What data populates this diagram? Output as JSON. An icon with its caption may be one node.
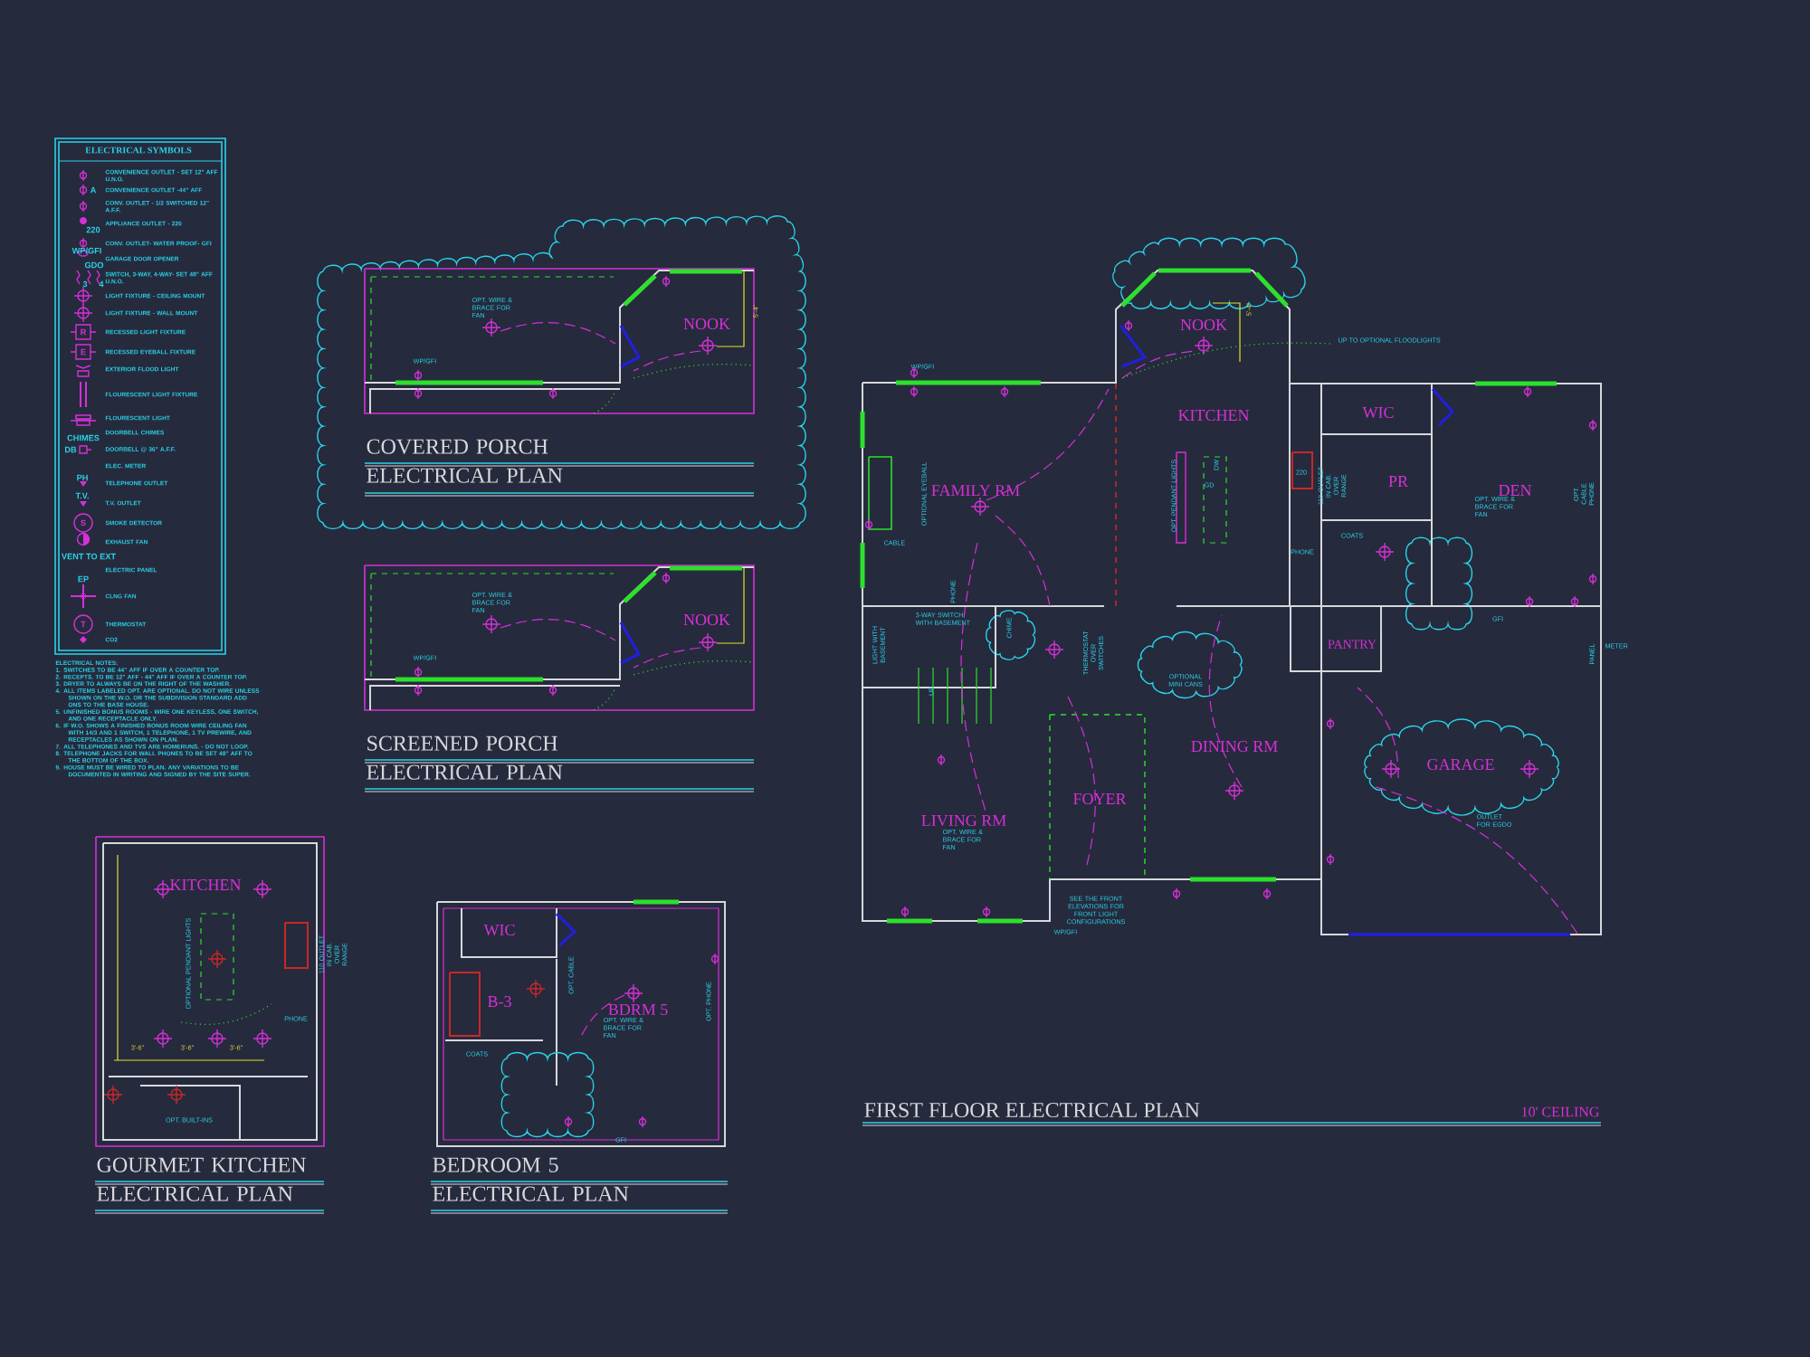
{
  "diagram": {
    "labels": [
      "ELECTRICAL SYMBOLS",
      "A",
      "220",
      "WP/GFI",
      "GDO",
      "3",
      "4",
      "R",
      "E",
      "CHIMES",
      "DB",
      "PH",
      "T.V.",
      "S",
      "VENT TO EXT",
      "EP",
      "T",
      "ELECTRICAL NOTES:",
      "1. SWITCHES TO BE 44\" AFF IF OVER A COUNTER TOP.",
      "2. RECEPTS. TO BE 12\" AFF - 44\" AFF IF OVER A COUNTER TOP.",
      "3. DRYER TO ALWAYS BE ON THE RIGHT OF THE WASHER.",
      "4. ALL ITEMS LABELED OPT. ARE OPTIONAL. DO NOT WIRE UNLESS SHOWN ON THE W.O. OR THE SUBDIVISION STANDARD ADD ONS TO THE BASE HOUSE.",
      "5. UNFINISHED BONUS ROOMS - WIRE ONE KEYLESS, ONE SWITCH, AND ONE RECEPTACLE ONLY.",
      "6. IF W.O. SHOWS A FINISHED BONUS ROOM WIRE CEILING FAN WITH 14/3 AND 1 SWITCH, 1 TELEPHONE, 1 TV PREWIRE, AND RECEPTACLES AS SHOWN ON PLAN.",
      "7. ALL TELEPHONES AND TVS ARE HOMERUNS. - DO NOT LOOP.",
      "8. TELEPHONE JACKS FOR WALL PHONES TO BE SET 48\" AFF TO THE BOTTOM OF THE BOX.",
      "9. HOUSE MUST BE WIRED TO PLAN. ANY VARIATIONS TO BE DOCUMENTED IN WRITING AND SIGNED BY THE SITE SUPER.",
      "OPT. WIRE & BRACE FOR FAN",
      "WP/GFI",
      "NOOK",
      "5'-4\"",
      "COVERED PORCH ELECTRICAL PLAN",
      "OPT. WIRE & BRACE FOR FAN",
      "WP/GFI",
      "NOOK",
      "SCREENED PORCH ELECTRICAL PLAN",
      "NOOK",
      "5'-4\"",
      "UP TO OPTIONAL FLOODLIGHTS",
      "WP/GFI",
      "KITCHEN",
      "WIC",
      "FAMILY RM",
      "OPTIONAL EYEBALL",
      "OPT. PENDANT LIGHTS",
      "DW",
      "GD",
      "220",
      "110 OUTLET IN CAB. OVER RANGE",
      "PR",
      "DEN",
      "OPT. WIRE & BRACE FOR FAN",
      "OPT. CABLE PHONE",
      "CABLE",
      "COATS",
      "PHONE",
      "PHONE",
      "3-WAY SWITCH WITH BASEMENT",
      "CHIME",
      "LIGHT WITH BASEMENT",
      "THERMOSTAT OVER SWITCHES",
      "OPTIONAL MINI CANS",
      "PANTRY",
      "GFI",
      "PANEL",
      "METER",
      "UP",
      "DINING RM",
      "GARAGE",
      "OUTLET FOR EGDO",
      "FOYER",
      "LIVING RM",
      "OPT. WIRE & BRACE FOR FAN",
      "SEE THE FRONT ELEVATIONS FOR FRONT LIGHT CONFIGURATIONS",
      "WP/GFI",
      "FIRST FLOOR ELECTRICAL PLAN",
      "10' CEILING",
      "KITCHEN",
      "OPTIONAL PENDANT LIGHTS",
      "110 OUTLET IN CAB. OVER RANGE",
      "PHONE",
      "3'-6\"",
      "3'-6\"",
      "3'-6\"",
      "OPT. BUILT-INS",
      "GOURMET KITCHEN ELECTRICAL PLAN",
      "WIC",
      "B-3",
      "BDRM 5",
      "OPT. WIRE & BRACE FOR FAN",
      "OPT. CABLE",
      "OPT. PHONE",
      "COATS",
      "GFI",
      "BEDROOM 5 ELECTRICAL PLAN"
    ],
    "legend": [
      {
        "text": "CONVENIENCE OUTLET - SET 12\" AFF U.N.O."
      },
      {
        "text": "CONVENIENCE OUTLET -44\" AFF"
      },
      {
        "text": "CONV. OUTLET - 1/2 SWITCHED 12\" A.F.F."
      },
      {
        "text": "APPLIANCE OUTLET - 220"
      },
      {
        "text": "CONV. OUTLET- WATER PROOF- GFI"
      },
      {
        "text": "GARAGE DOOR OPENER"
      },
      {
        "text": "SWITCH, 3-WAY, 4-WAY- SET 48\" AFF U.N.O."
      },
      {
        "text": "LIGHT FIXTURE - CEILING MOUNT"
      },
      {
        "text": "LIGHT FIXTURE - WALL MOUNT"
      },
      {
        "text": "RECESSED LIGHT FIXTURE"
      },
      {
        "text": "RECESSED EYEBALL FIXTURE"
      },
      {
        "text": "EXTERIOR FLOOD LIGHT"
      },
      {
        "text": "FLOURESCENT LIGHT FIXTURE"
      },
      {
        "text": "FLOURESCENT LIGHT"
      },
      {
        "text": "DOORBELL CHIMES"
      },
      {
        "text": "DOORBELL @ 36\" A.F.F."
      },
      {
        "text": "ELEC. METER"
      },
      {
        "text": "TELEPHONE OUTLET"
      },
      {
        "text": "T.V. OUTLET"
      },
      {
        "text": "SMOKE DETECTOR"
      },
      {
        "text": "EXHAUST FAN"
      },
      {
        "text": "ELECTRIC PANEL"
      },
      {
        "text": "CLNG FAN"
      },
      {
        "text": "THERMOSTAT"
      },
      {
        "text": "CO2"
      }
    ]
  }
}
